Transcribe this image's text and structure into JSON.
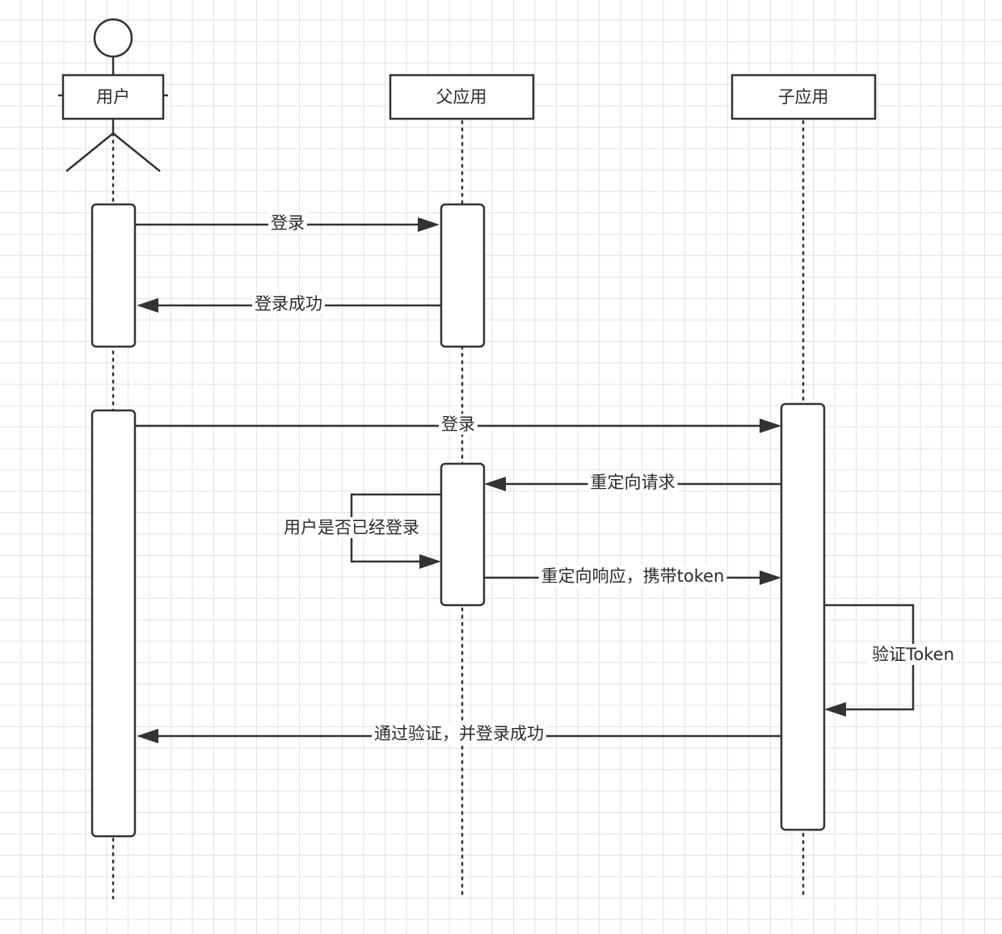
{
  "participants": {
    "user": "用户",
    "parent": "父应用",
    "child": "子应用"
  },
  "messages": {
    "login_1": "登录",
    "login_success_1": "登录成功",
    "login_2": "登录",
    "redirect_request": "重定向请求",
    "check_logged_in": "用户是否已经登录",
    "redirect_response": "重定向响应，携带token",
    "verify_token": "验证Token",
    "verified_login_success": "通过验证，并登录成功"
  },
  "colors": {
    "stroke": "#333333",
    "grid": "#e2e2e2",
    "text": "#2b2b2b"
  }
}
